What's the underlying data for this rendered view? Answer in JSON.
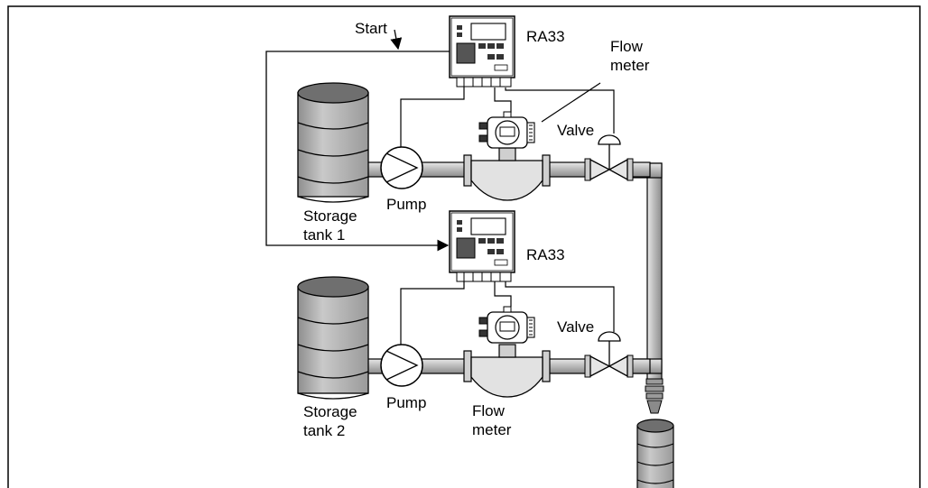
{
  "labels": {
    "start": "Start",
    "controller_top": "RA33",
    "controller_bottom": "RA33",
    "flow_meter_top_line1": "Flow",
    "flow_meter_top_line2": "meter",
    "valve_top": "Valve",
    "valve_bottom": "Valve",
    "pump_top": "Pump",
    "pump_bottom": "Pump",
    "tank1_line1": "Storage",
    "tank1_line2": "tank 1",
    "tank2_line1": "Storage",
    "tank2_line2": "tank 2",
    "flow_meter_bottom_line1": "Flow",
    "flow_meter_bottom_line2": "meter"
  },
  "colors": {
    "outline": "#000000",
    "tank_fill": "#b5b5b5",
    "tank_top": "#7a7a7a",
    "pipe_fill": "#c8c8c8",
    "device_fill": "#ffffff"
  }
}
